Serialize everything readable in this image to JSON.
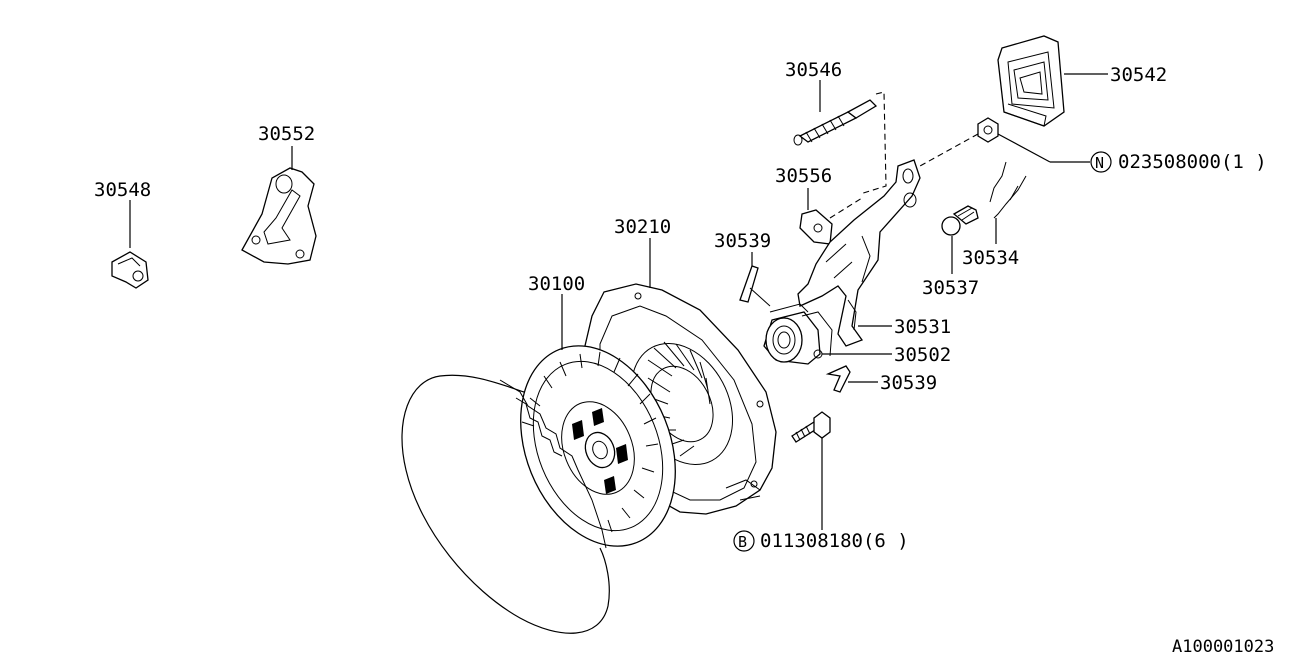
{
  "labels": {
    "p30546": "30546",
    "p30542": "30542",
    "p30552": "30552",
    "p30548": "30548",
    "p30556": "30556",
    "p023508000": "023508000(1 )",
    "p30210": "30210",
    "p30539a": "30539",
    "p30534": "30534",
    "p30537": "30537",
    "p30100": "30100",
    "p30531": "30531",
    "p30502": "30502",
    "p30539b": "30539",
    "p011308180": "011308180(6 )"
  },
  "markers": {
    "n": "N",
    "b": "B"
  },
  "diagram_id": "A100001023"
}
